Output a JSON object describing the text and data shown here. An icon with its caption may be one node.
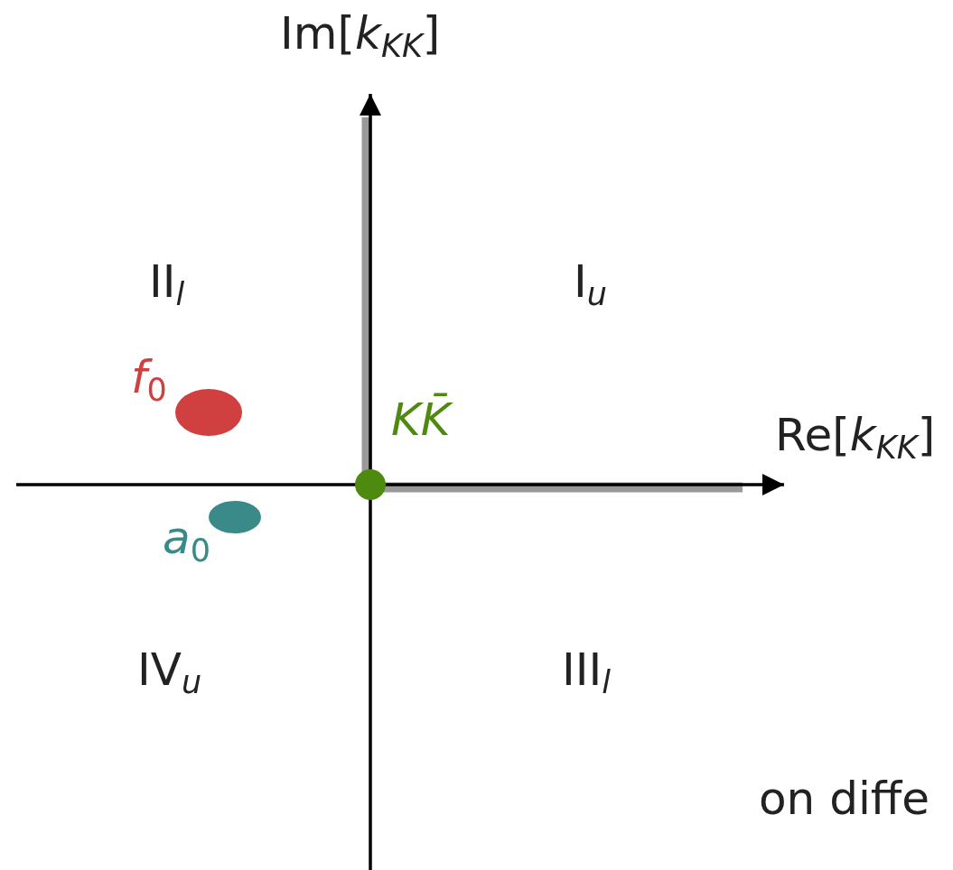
{
  "diagram": {
    "nodes": [
      {
        "text": [
          "*f*$_{0}$"
        ]
      },
      {
        "text": [
          "*a*$_{0}$"
        ]
      },
      {
        "text": [
          "KK̄"
        ]
      }
    ],
    "labels": [
      "Im[*k*$_{KK}$]",
      "II$_{l}$",
      "I$_{u}$",
      "Re[*k*$_{KK}$]",
      "IV$_{u}$",
      "III$_{l}$",
      "on diffe"
    ]
  }
}
